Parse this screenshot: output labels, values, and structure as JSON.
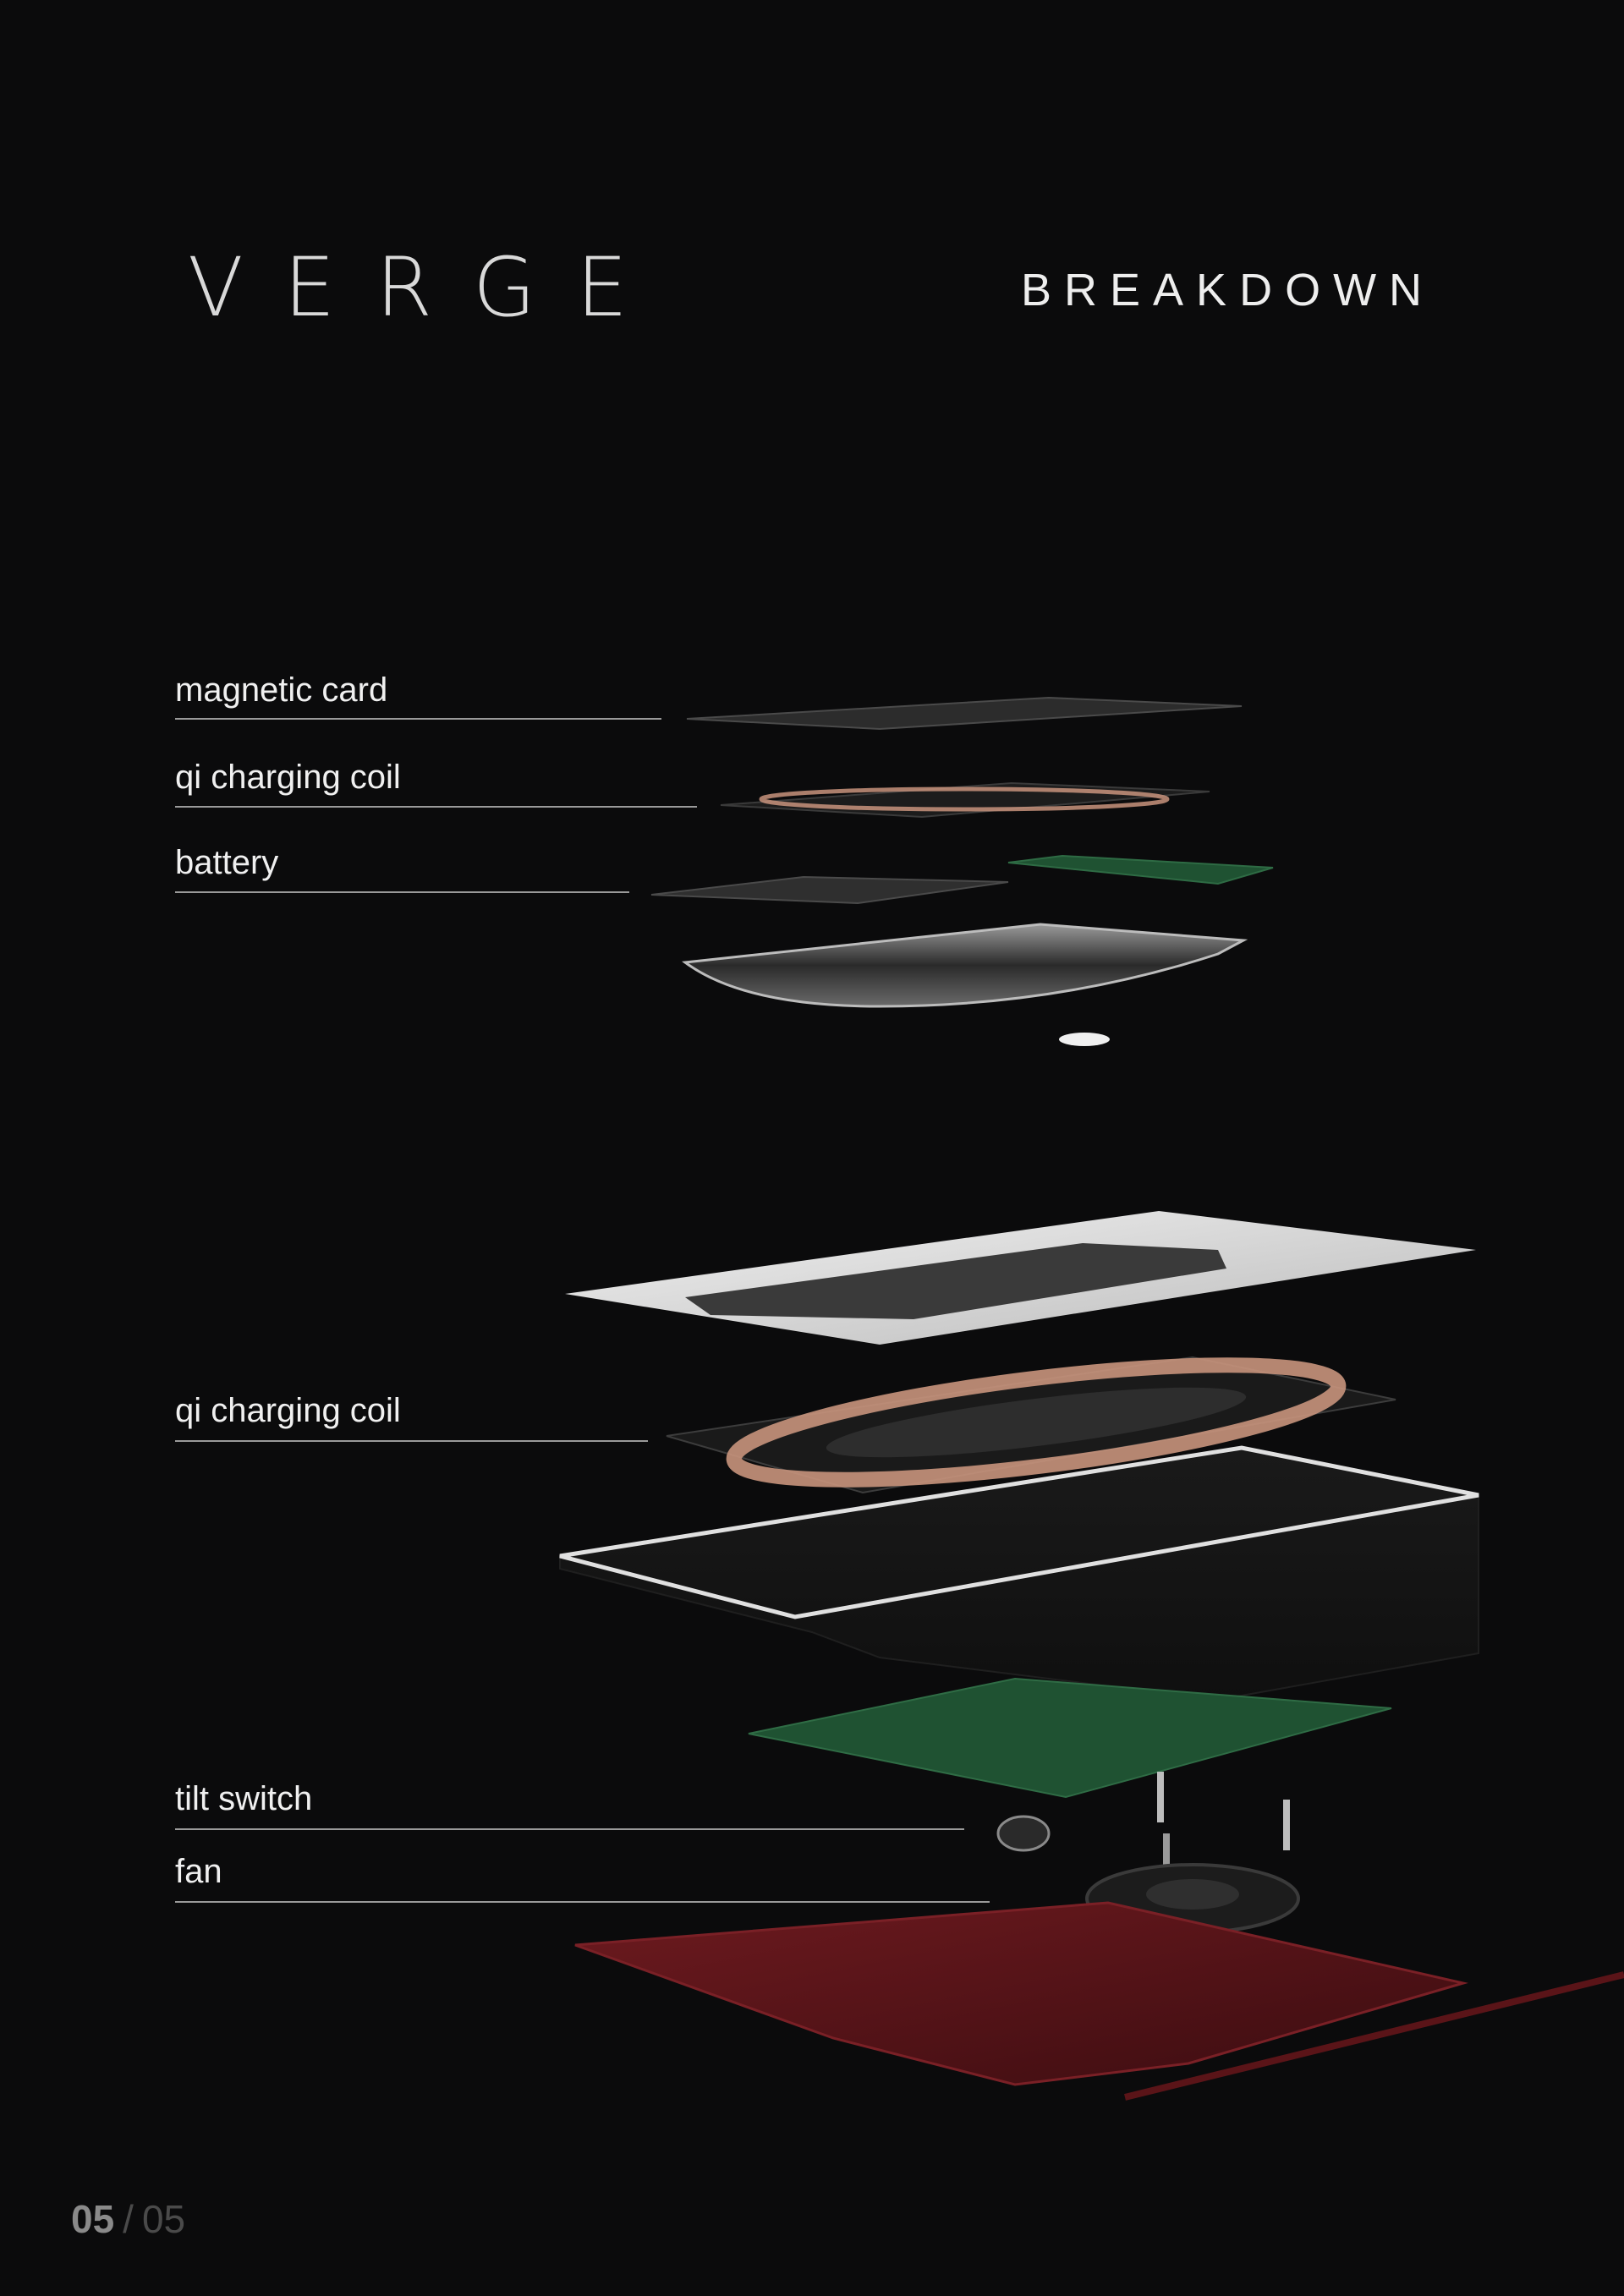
{
  "header": {
    "logo": "VERGE",
    "section": "BREAKDOWN"
  },
  "callouts": [
    {
      "label": "magnetic card"
    },
    {
      "label": "qi charging coil"
    },
    {
      "label": "battery"
    },
    {
      "label": "qi charging coil"
    },
    {
      "label": "tilt switch"
    },
    {
      "label": "fan"
    }
  ],
  "pagination": {
    "current": "05",
    "separator": "/",
    "total": "05"
  },
  "colors": {
    "background": "#0b0b0c",
    "copper": "#c8937c",
    "pcb": "#1f5232",
    "base_red": "#5a1418",
    "silver": "#d8d8d8"
  }
}
